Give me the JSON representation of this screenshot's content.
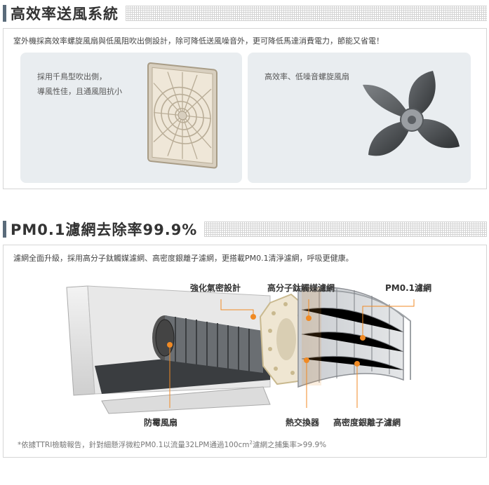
{
  "section1": {
    "title": "高效率送風系統",
    "description": "室外機採高效率螺旋風扇與低風阻吹出側設計，除可降低送風噪音外，更可降低馬達消費電力，節能又省電！",
    "left_panel": {
      "line1": "採用千鳥型吹出側，",
      "line2": "導風性佳，且通風阻抗小"
    },
    "right_panel": {
      "line1": "高效率、低噪音螺旋風扇"
    }
  },
  "section2": {
    "title": "PM0.1濾網去除率99.9%",
    "description": "濾網全面升級，採用高分子鈦觸媒濾網、高密度銀離子濾網，更搭載PM0.1清淨濾網，呼吸更健康。",
    "callouts": {
      "reinforced_seal": "強化氣密設計",
      "titanium_filter": "高分子鈦觸媒濾網",
      "pm01_filter": "PM0.1濾網",
      "anti_mold_fan": "防霉風扇",
      "heat_exchanger": "熱交換器",
      "silver_ion_filter": "高密度銀離子濾網"
    },
    "footnote_main": "*依據TTRI檢驗報告，針對細懸浮微粒PM0.1以流量32LPM通過100cm",
    "footnote_sup": "2",
    "footnote_tail": "濾網之捕集率>99.9%"
  },
  "colors": {
    "accent_bar": "#5a6b7a",
    "panel_bg": "#e9edf0",
    "callout_line": "#f08a24"
  }
}
